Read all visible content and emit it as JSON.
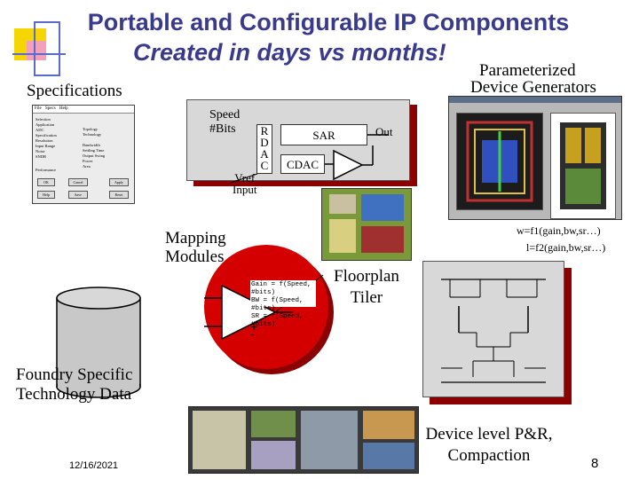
{
  "slide": {
    "title_line1": "Portable and Configurable IP Components",
    "title_line2": "Created in days vs months!",
    "date": "12/16/2021",
    "page_number": "8"
  },
  "labels": {
    "specifications": "Specifications",
    "parameterized_line1": "Parameterized",
    "parameterized_line2": "Device Generators",
    "speed": "Speed",
    "bits": "#Bits",
    "rdac": [
      "R",
      "D",
      "A",
      "C"
    ],
    "sar": "SAR",
    "cdac": "CDAC",
    "out": "Out",
    "vref": "Vref",
    "input": "Input",
    "mapping_line1": "Mapping",
    "mapping_line2": "Modules",
    "floorplan_line1": "Floorplan",
    "floorplan_line2": "Tiler",
    "foundry_line1": "Foundry Specific",
    "foundry_line2": "Technology Data",
    "device_line1": "Device level P&R,",
    "device_line2": "Compaction",
    "w_eq": "w=f1(gain,bw,sr…)",
    "l_eq": "l=f2(gain,bw,sr…)",
    "eq_gain": "Gain = f(Speed, #bits)",
    "eq_bw": "BW = f(Speed, #bits)",
    "eq_sr": "SR = f(Speed, #bits)"
  },
  "spec_window": {
    "tabs": [
      "File",
      "Specs",
      "Help"
    ],
    "sections": [
      "Selection",
      "Application",
      "Specification",
      "Performance"
    ],
    "left_fields": [
      "ADC",
      "Resolution",
      "Input Range",
      "Noise",
      "SNDR"
    ],
    "right_fields": [
      "Topology",
      "Technology",
      "Bandwidth",
      "Settling Time",
      "Output Swing",
      "Power",
      "Area"
    ],
    "buttons": [
      "OK",
      "Cancel",
      "Apply",
      "Help",
      "Save",
      "Reset"
    ]
  },
  "colors": {
    "title": "#3a3a8c",
    "panel_fill": "#d8d8d8",
    "panel_shadow": "#8b0000",
    "red_fill": "#d40000",
    "cylinder": "#c8c8c8"
  }
}
